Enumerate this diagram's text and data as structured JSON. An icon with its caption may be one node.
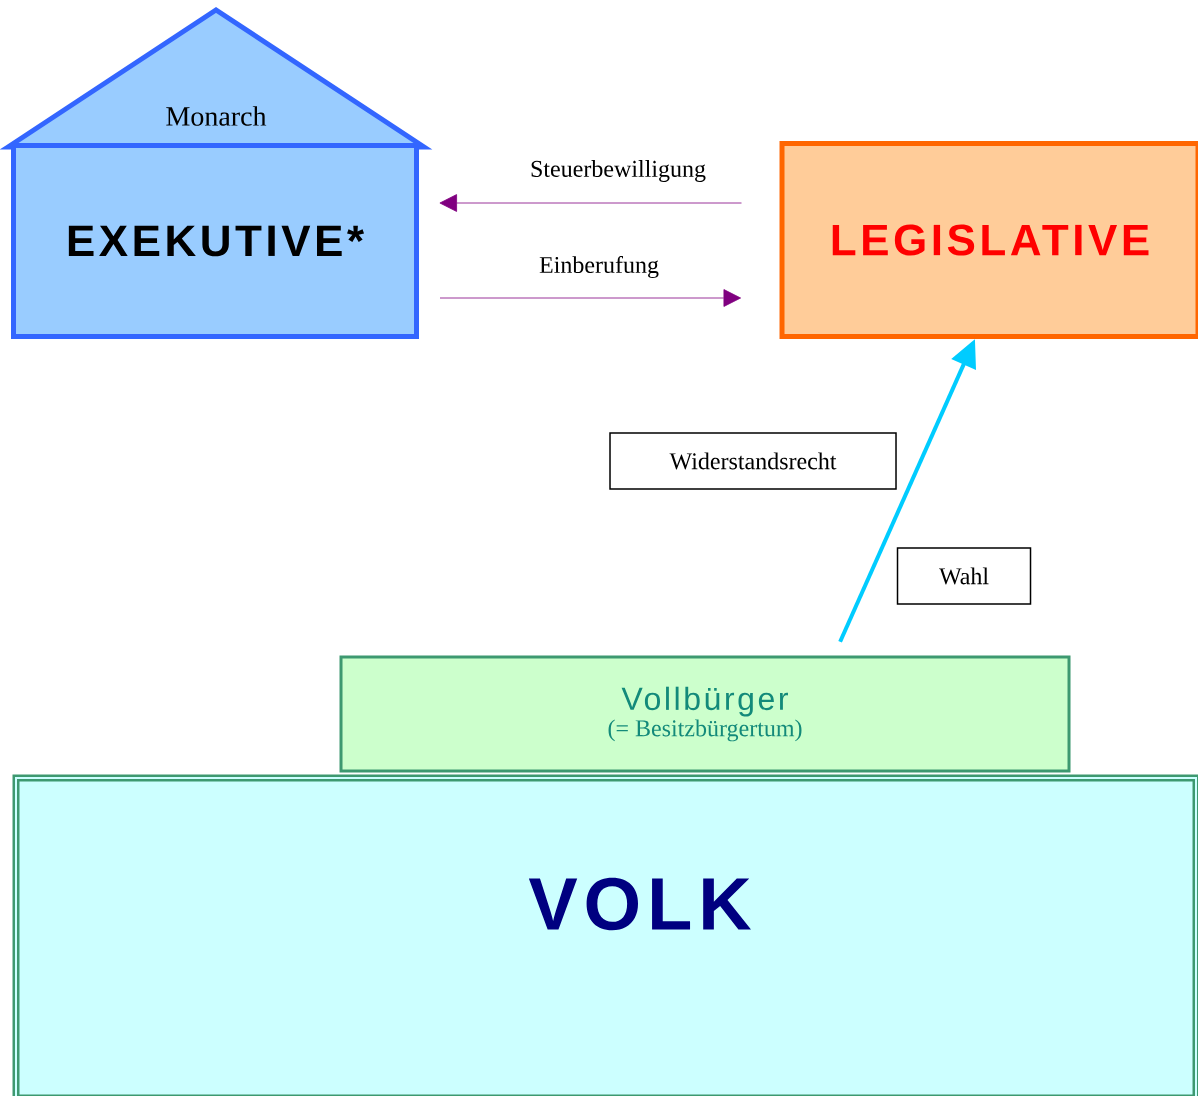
{
  "diagram": {
    "nodes": [
      {
        "text": [
          "Monarch",
          "EXEKUTIVE*"
        ]
      },
      {
        "text": [
          "LEGISLATIVE"
        ]
      },
      {
        "text": [
          "Widerstandsrecht"
        ]
      },
      {
        "text": [
          "Wahl"
        ]
      },
      {
        "text": [
          "Vollbürger",
          "(= Besitzbürgertum)"
        ]
      },
      {
        "text": [
          "VOLK"
        ]
      }
    ],
    "edges": [
      {
        "from": 1,
        "to": 0,
        "arrow": "to",
        "label": "Steuerbewilligung"
      },
      {
        "from": 0,
        "to": 1,
        "arrow": "to",
        "label": "Einberufung"
      },
      {
        "from": 4,
        "to": 1,
        "arrow": "to",
        "style": "thick",
        "color": "#00ccff"
      }
    ]
  }
}
